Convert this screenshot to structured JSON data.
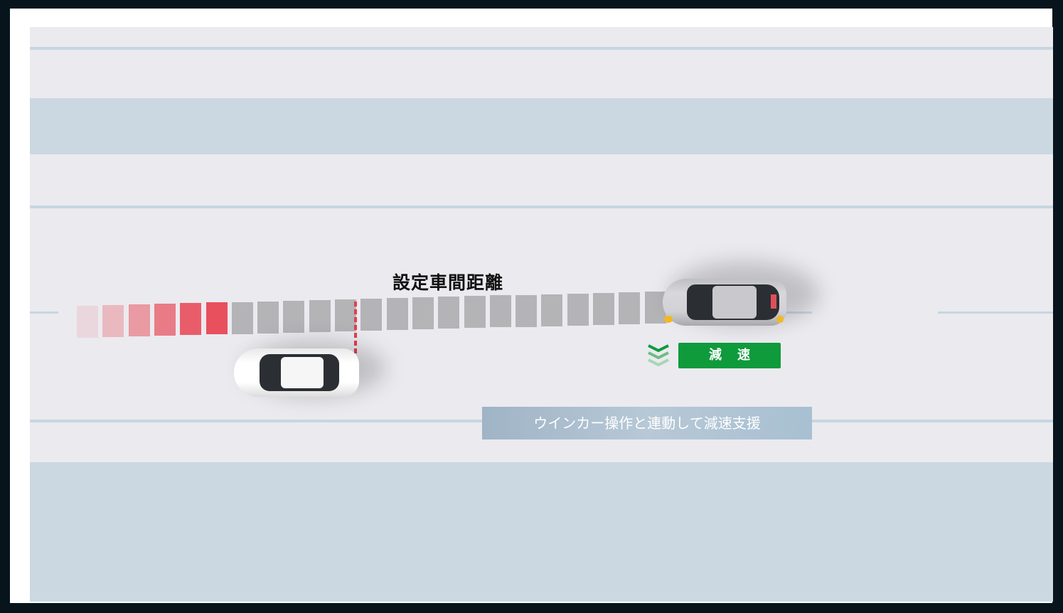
{
  "diagram": {
    "title": "設定車間距離",
    "action_label": "減速",
    "caption": "ウインカー操作と連動して減速支援",
    "distance_blocks": {
      "red_count": 6,
      "gray_count": 17
    },
    "colors": {
      "red": "#e8505e",
      "gray": "#b4b4b6",
      "green": "#0f9a3c",
      "band": "#cbd8e2"
    }
  }
}
